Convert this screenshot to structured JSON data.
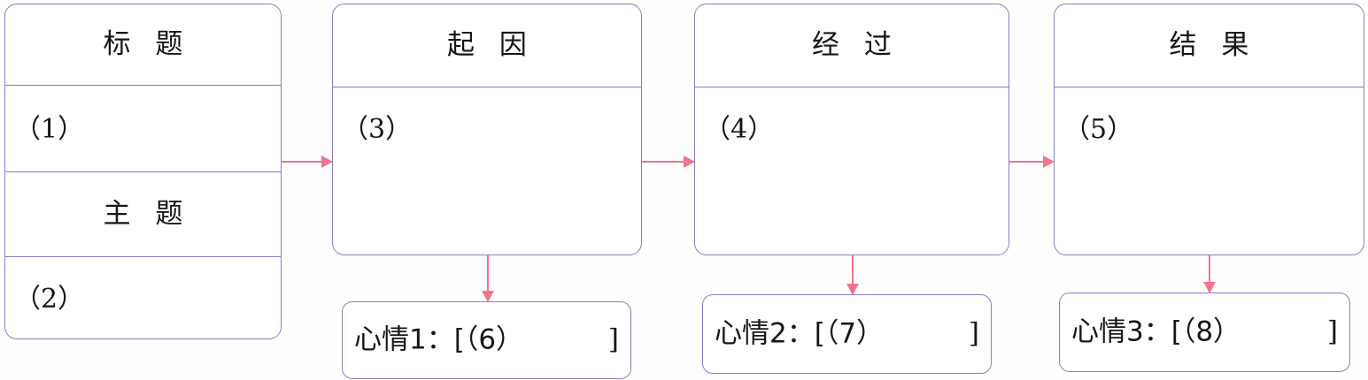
{
  "diagram": {
    "title_card": {
      "rows": [
        {
          "kind": "header",
          "label": "标题"
        },
        {
          "kind": "blank",
          "label": "（1）"
        },
        {
          "kind": "header",
          "label": "主题"
        },
        {
          "kind": "blank",
          "label": "（2）"
        }
      ]
    },
    "stages": [
      {
        "header": "起因",
        "blank": "（3）"
      },
      {
        "header": "经过",
        "blank": "（4）"
      },
      {
        "header": "结果",
        "blank": "（5）"
      }
    ],
    "moods": [
      {
        "lead": "心情1：[（6）",
        "close": "]"
      },
      {
        "lead": "心情2：[（7）",
        "close": "]"
      },
      {
        "lead": "心情3：[（8）",
        "close": "]"
      }
    ],
    "colors": {
      "box_border": "#8a7ec4",
      "arrow": "#f2738e",
      "text": "#17171b",
      "background": "#fefefe"
    }
  }
}
